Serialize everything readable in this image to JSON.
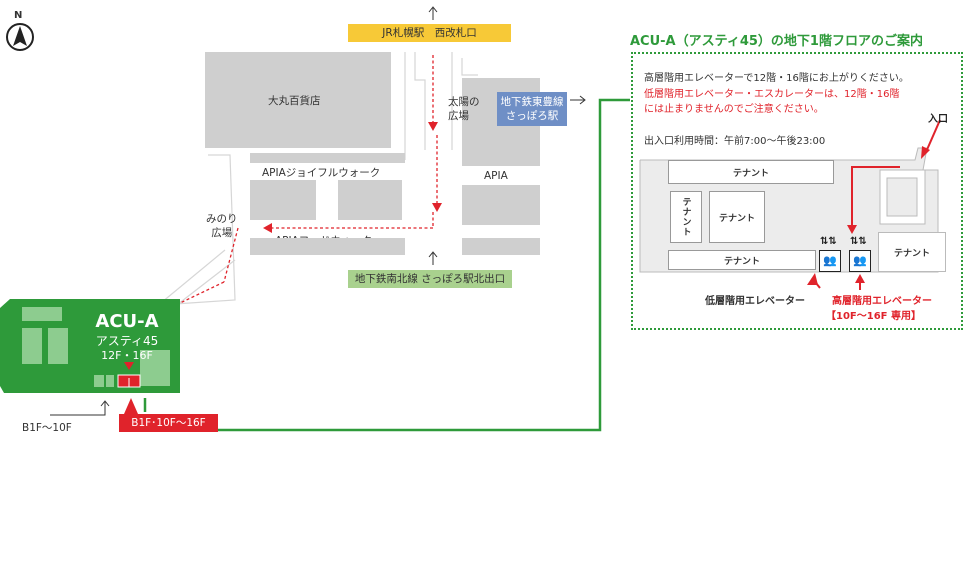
{
  "compass": {
    "letter": "N",
    "icon": "compass-north-icon"
  },
  "map": {
    "jr_station": "JR札幌駅　西改札口",
    "daimaru": "大丸百貨店",
    "taiyo_plaza": "太陽の\n広場",
    "toho_station": "地下鉄東豊線\nさっぽろ駅",
    "apia_joyful": "APIAジョイフルウォーク",
    "apia": "APIA",
    "minori_plaza": "みのり\n広場",
    "apia_food": "APIAフードウォーク",
    "nanboku_exit": "地下鉄南北線 さっぽろ駅北出口",
    "building_name": "ACU-A",
    "building_sub": "アスティ45",
    "building_floors": "12F・16F",
    "b1_label": "B1F〜10F",
    "elevator_badge": "B1F･10F〜16F"
  },
  "guide": {
    "title": "ACU-A（アスティ45）の地下1階フロアのご案内",
    "line1": "高層階用エレベーターで12階・16階にお上がりください。",
    "line2": "低層階用エレベーター・エスカレーターは、12階・16階",
    "line3": "には止まりませんのでご注意ください。",
    "hours": "出入口利用時間：午前7:00〜午後23:00",
    "entrance": "入口",
    "tenant": "テナント",
    "tenant_vertical": "テナント",
    "low_elevator": "低層階用エレベーター",
    "high_elevator": "高層階用エレベーター",
    "high_elevator_note": "【10F〜16F 専用】"
  },
  "colors": {
    "green": "#2e9a3a",
    "red": "#e0232b",
    "yellow": "#f7c937",
    "blue": "#6f8fc6",
    "light_green": "#a9d18e",
    "block_gray": "#cfcfcf"
  }
}
